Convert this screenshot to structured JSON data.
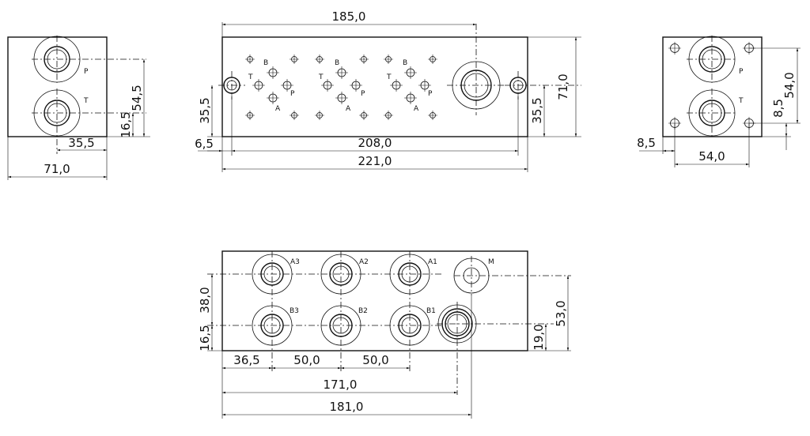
{
  "dimensions": {
    "left_view": {
      "width": "71,0",
      "port_offset_x": "35,5",
      "p_height": "54,5",
      "t_height": "16,5"
    },
    "top_view": {
      "width_overall": "221,0",
      "hole_spacing": "208,0",
      "hole_offset": "6,5",
      "port_distance": "185,0",
      "height": "71,0",
      "left_hole_height": "35,5",
      "right_hole_height": "35,5"
    },
    "right_view": {
      "hole_spacing_x": "54,0",
      "edge_offset_x": "8,5",
      "hole_spacing_y": "54,0",
      "edge_offset_y": "8,5"
    },
    "front_view": {
      "offset_first": "36,5",
      "pitch_1": "50,0",
      "pitch_2": "50,0",
      "port_m_distance": "171,0",
      "overall_length": "181,0",
      "upper_row_height": "38,0",
      "lower_row_height": "16,5",
      "gauge_height": "53,0",
      "tank_height": "19,0"
    }
  },
  "port_labels": {
    "pressure": "P",
    "tank": "T",
    "a": "A",
    "b": "B",
    "a1": "A1",
    "a2": "A2",
    "a3": "A3",
    "b1": "B1",
    "b2": "B2",
    "b3": "B3",
    "gauge": "M"
  }
}
